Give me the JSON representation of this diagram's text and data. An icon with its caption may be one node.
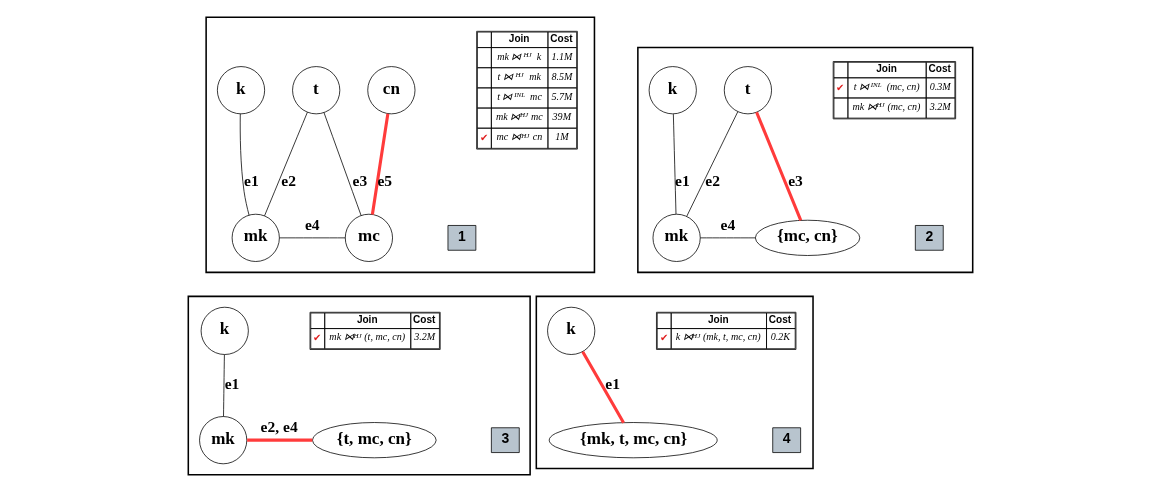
{
  "diagram": {
    "nodes": [
      {
        "text": [],
        "shape": "box"
      },
      {
        "text": [
          "k"
        ],
        "in": 0
      },
      {
        "text": [
          "t"
        ],
        "in": 0
      },
      {
        "text": [
          "cn"
        ],
        "in": 0
      },
      {
        "text": [
          "mk"
        ],
        "in": 0
      },
      {
        "text": [
          "mc"
        ],
        "in": 0
      },
      {
        "text": [
          "Join",
          "Cost",
          "mk ⋈$^{HJ}$ k",
          "1.1M",
          "t ⋈$^{HJ}$ mk",
          "8.5M",
          "t ⋈$^{INL}$ mc",
          "5.7M",
          "mk ⋈$^{HJ}$ mc",
          "39M",
          "✔",
          "mc ⋈$^{HJ}$ cn",
          "1M"
        ],
        "in": 0
      },
      {
        "text": [
          "1"
        ],
        "in": 0
      },
      {
        "text": [],
        "shape": "box"
      },
      {
        "text": [
          "k"
        ],
        "in": 8
      },
      {
        "text": [
          "t"
        ],
        "in": 8
      },
      {
        "text": [
          "mk"
        ],
        "in": 8
      },
      {
        "text": [
          "{mc, cn}"
        ],
        "in": 8
      },
      {
        "text": [
          "Join",
          "Cost",
          "✔",
          "t ⋈$^{INL}$ (mc, cn)",
          "0.3M",
          "mk ⋈$^{HJ}$ (mc, cn)",
          "3.2M"
        ],
        "in": 8
      },
      {
        "text": [
          "2"
        ],
        "in": 8
      },
      {
        "text": [],
        "shape": "box"
      },
      {
        "text": [
          "k"
        ],
        "in": 15
      },
      {
        "text": [
          "mk"
        ],
        "in": 15
      },
      {
        "text": [
          "{t, mc, cn}"
        ],
        "in": 15
      },
      {
        "text": [
          "Join",
          "Cost",
          "✔",
          "mk ⋈$^{HJ}$ (t, mc, cn)",
          "3.2M"
        ],
        "in": 15
      },
      {
        "text": [
          "3"
        ],
        "in": 15
      },
      {
        "text": [],
        "shape": "box"
      },
      {
        "text": [
          "k"
        ],
        "in": 21
      },
      {
        "text": [
          "{mk, t, mc, cn}"
        ],
        "in": 21
      },
      {
        "text": [
          "Join",
          "Cost",
          "✔",
          "k ⋈$^{HJ}$ (mk, t, mc, cn)",
          "0.2K"
        ],
        "in": 21
      },
      {
        "text": [
          "4"
        ],
        "in": 21
      }
    ],
    "edges": [
      {
        "from": 1,
        "to": 4,
        "arrow": "none",
        "label": "e1"
      },
      {
        "from": 2,
        "to": 4,
        "arrow": "none",
        "label": "e2"
      },
      {
        "from": 2,
        "to": 5,
        "arrow": "none",
        "label": "e3"
      },
      {
        "from": 4,
        "to": 5,
        "arrow": "none",
        "label": "e4"
      },
      {
        "from": 3,
        "to": 5,
        "arrow": "none",
        "label": "e5",
        "style": "thick",
        "color": "#ff3b3b"
      },
      {
        "from": 9,
        "to": 11,
        "arrow": "none",
        "label": "e1"
      },
      {
        "from": 10,
        "to": 11,
        "arrow": "none",
        "label": "e2"
      },
      {
        "from": 10,
        "to": 12,
        "arrow": "none",
        "label": "e3",
        "style": "thick",
        "color": "#ff3b3b"
      },
      {
        "from": 11,
        "to": 12,
        "arrow": "none",
        "label": "e4"
      },
      {
        "from": 16,
        "to": 17,
        "arrow": "none",
        "label": "e1"
      },
      {
        "from": 17,
        "to": 18,
        "arrow": "none",
        "label": "e2, e4",
        "style": "thick",
        "color": "#ff3b3b"
      },
      {
        "from": 22,
        "to": 23,
        "arrow": "none",
        "label": "e1",
        "style": "thick",
        "color": "#ff3b3b"
      }
    ]
  }
}
